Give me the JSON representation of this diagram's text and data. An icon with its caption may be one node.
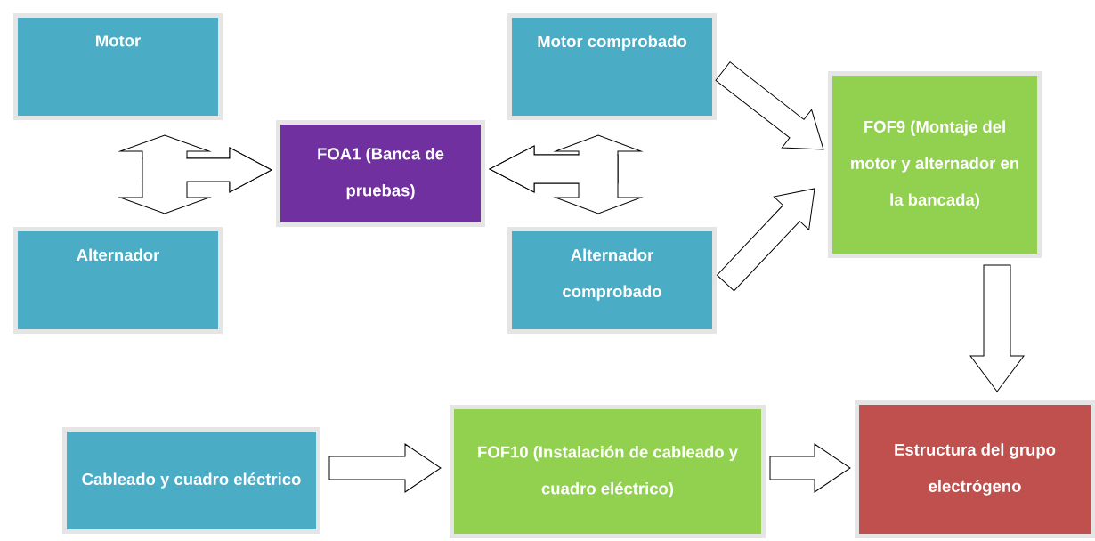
{
  "diagram": {
    "nodes": [
      {
        "text": [
          "Motor"
        ]
      },
      {
        "text": [
          "Alternador"
        ]
      },
      {
        "text": [
          "FOA1 (Banca de pruebas)"
        ]
      },
      {
        "text": [
          "Motor comprobado"
        ]
      },
      {
        "text": [
          "Alternador comprobado"
        ]
      },
      {
        "text": [
          "FOF9 (Montaje del motor y alternador en la bancada)"
        ]
      },
      {
        "text": [
          "Cableado y cuadro eléctrico"
        ]
      },
      {
        "text": [
          "FOF10 (Instalación de cableado y cuadro eléctrico)"
        ]
      },
      {
        "text": [
          "Estructura del grupo electrógeno"
        ]
      }
    ],
    "edges": [
      {
        "from": 0,
        "to": 2,
        "arrow": "both"
      },
      {
        "from": 1,
        "to": 2,
        "arrow": "both"
      },
      {
        "from": 2,
        "to": 3,
        "arrow": "both"
      },
      {
        "from": 2,
        "to": 4,
        "arrow": "both"
      },
      {
        "from": 3,
        "to": 5,
        "arrow": "to"
      },
      {
        "from": 4,
        "to": 5,
        "arrow": "to"
      },
      {
        "from": 5,
        "to": 8,
        "arrow": "to"
      },
      {
        "from": 6,
        "to": 7,
        "arrow": "to"
      },
      {
        "from": 7,
        "to": 8,
        "arrow": "to"
      }
    ]
  }
}
